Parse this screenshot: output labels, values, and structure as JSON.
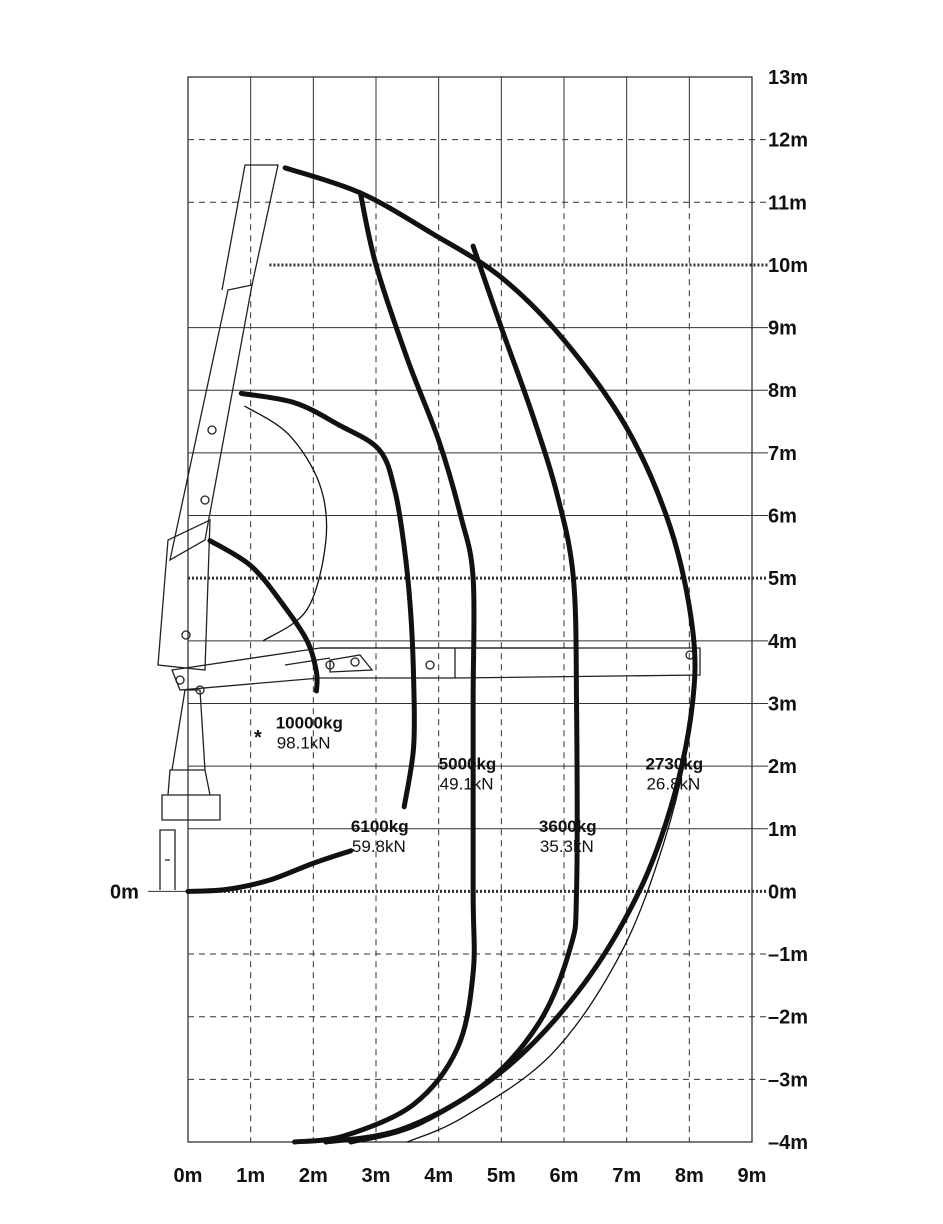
{
  "chart_data": {
    "type": "line",
    "title": "",
    "xlabel": "",
    "ylabel": "",
    "xlim": [
      0,
      9
    ],
    "ylim": [
      -4,
      13
    ],
    "grid": true,
    "x_ticks": [
      {
        "value": 0,
        "label": "0m"
      },
      {
        "value": 1,
        "label": "1m"
      },
      {
        "value": 2,
        "label": "2m"
      },
      {
        "value": 3,
        "label": "3m"
      },
      {
        "value": 4,
        "label": "4m"
      },
      {
        "value": 5,
        "label": "5m"
      },
      {
        "value": 6,
        "label": "6m"
      },
      {
        "value": 7,
        "label": "7m"
      },
      {
        "value": 8,
        "label": "8m"
      },
      {
        "value": 9,
        "label": "9m"
      }
    ],
    "y_ticks": [
      {
        "value": 13,
        "label": "13m"
      },
      {
        "value": 12,
        "label": "12m"
      },
      {
        "value": 11,
        "label": "11m"
      },
      {
        "value": 10,
        "label": "10m"
      },
      {
        "value": 9,
        "label": "9m"
      },
      {
        "value": 8,
        "label": "8m"
      },
      {
        "value": 7,
        "label": "7m"
      },
      {
        "value": 6,
        "label": "6m"
      },
      {
        "value": 5,
        "label": "5m"
      },
      {
        "value": 4,
        "label": "4m"
      },
      {
        "value": 3,
        "label": "3m"
      },
      {
        "value": 2,
        "label": "2m"
      },
      {
        "value": 1,
        "label": "1m"
      },
      {
        "value": 0,
        "label": "0m"
      },
      {
        "value": -1,
        "label": "–1m"
      },
      {
        "value": -2,
        "label": "–2m"
      },
      {
        "value": -3,
        "label": "–3m"
      },
      {
        "value": -4,
        "label": "–4m"
      }
    ],
    "ground_label": "0m",
    "asterisk": "*",
    "series": [
      {
        "kg": "10000kg",
        "kn": "98.1kN",
        "label_at": [
          1.4,
          2.6
        ],
        "points": [
          [
            0.35,
            5.6
          ],
          [
            1.0,
            5.2
          ],
          [
            1.5,
            4.6
          ],
          [
            1.9,
            4.0
          ],
          [
            2.05,
            3.5
          ],
          [
            2.05,
            3.2
          ]
        ]
      },
      {
        "kg": "6100kg",
        "kn": "59.8kN",
        "label_at": [
          2.6,
          0.95
        ],
        "points": [
          [
            0.85,
            7.95
          ],
          [
            1.7,
            7.8
          ],
          [
            2.4,
            7.45
          ],
          [
            3.05,
            7.05
          ],
          [
            3.3,
            6.4
          ],
          [
            3.45,
            5.5
          ],
          [
            3.55,
            4.5
          ],
          [
            3.6,
            3.4
          ],
          [
            3.6,
            2.3
          ],
          [
            3.45,
            1.35
          ]
        ]
      },
      {
        "kg": "6100kg_lower",
        "points": [
          [
            0.0,
            0.0
          ],
          [
            0.6,
            0.03
          ],
          [
            1.3,
            0.18
          ],
          [
            2.0,
            0.45
          ],
          [
            2.6,
            0.65
          ]
        ]
      },
      {
        "kg": "5000kg",
        "kn": "49.1kN",
        "label_at": [
          4.0,
          1.95
        ],
        "points": [
          [
            2.75,
            11.15
          ],
          [
            3.0,
            10.0
          ],
          [
            3.5,
            8.5
          ],
          [
            4.0,
            7.2
          ],
          [
            4.35,
            6.0
          ],
          [
            4.55,
            5.0
          ],
          [
            4.55,
            3.0
          ],
          [
            4.55,
            0.0
          ],
          [
            4.55,
            -1.3
          ],
          [
            4.3,
            -2.5
          ],
          [
            3.6,
            -3.4
          ],
          [
            2.5,
            -3.9
          ],
          [
            1.7,
            -4.0
          ]
        ]
      },
      {
        "kg": "3600kg",
        "kn": "35.3kN",
        "label_at": [
          5.6,
          0.95
        ],
        "points": [
          [
            4.55,
            10.3
          ],
          [
            5.0,
            9.0
          ],
          [
            5.5,
            7.6
          ],
          [
            5.9,
            6.3
          ],
          [
            6.15,
            5.0
          ],
          [
            6.2,
            3.0
          ],
          [
            6.2,
            0.0
          ],
          [
            6.1,
            -0.9
          ],
          [
            5.6,
            -2.1
          ],
          [
            4.7,
            -3.1
          ],
          [
            3.4,
            -3.8
          ],
          [
            2.2,
            -4.0
          ]
        ]
      },
      {
        "kg": "2730kg",
        "kn": "26.8kN",
        "label_at": [
          7.3,
          1.95
        ],
        "points": [
          [
            1.55,
            11.55
          ],
          [
            2.75,
            11.15
          ],
          [
            3.9,
            10.5
          ],
          [
            5.0,
            9.8
          ],
          [
            6.0,
            8.8
          ],
          [
            7.0,
            7.4
          ],
          [
            7.7,
            5.8
          ],
          [
            8.05,
            4.2
          ],
          [
            8.05,
            3.0
          ],
          [
            7.75,
            1.5
          ],
          [
            7.2,
            0.0
          ],
          [
            6.3,
            -1.5
          ],
          [
            5.1,
            -2.8
          ],
          [
            3.7,
            -3.7
          ],
          [
            2.6,
            -4.0
          ]
        ]
      }
    ]
  }
}
